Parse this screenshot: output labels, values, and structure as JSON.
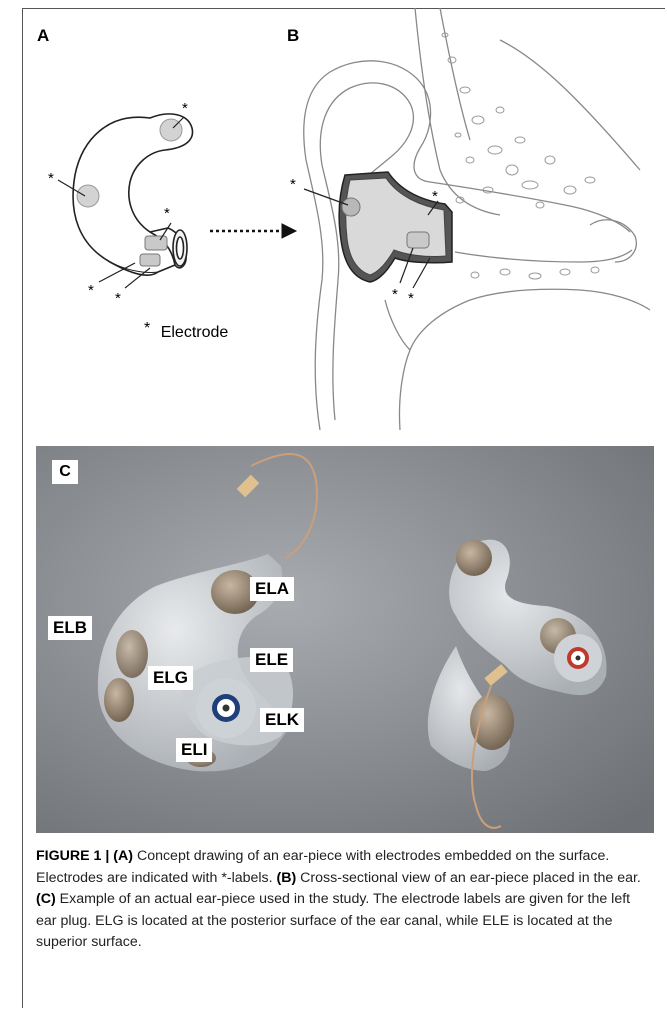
{
  "figure": {
    "panel_a": "A",
    "panel_b": "B",
    "panel_c": "C",
    "asterisk": "*",
    "legend_text": "Electrode",
    "electrode_labels": {
      "ela": "ELA",
      "elb": "ELB",
      "elg": "ELG",
      "ele": "ELE",
      "elk": "ELK",
      "eli": "ELI"
    }
  },
  "caption": {
    "figure_number": "FIGURE 1 | ",
    "a_tag": "(A)",
    "a_text": " Concept drawing of an ear-piece with electrodes embedded on the surface. Electrodes are indicated with *-labels. ",
    "b_tag": "(B)",
    "b_text": " Cross-sectional view of an ear-piece placed in the ear. ",
    "c_tag": "(C)",
    "c_text": " Example of an actual ear-piece used in the study. The electrode labels are given for the left ear plug. ELG is located at the posterior surface of the ear canal, while ELE is located at the superior surface."
  },
  "colors": {
    "photo_background": "#8e9195",
    "earpiece": "#d9dcdf",
    "electrode_fill": "#d3d3d3",
    "red_ring": "#c0392b",
    "blue_ring": "#1f3f7a"
  }
}
